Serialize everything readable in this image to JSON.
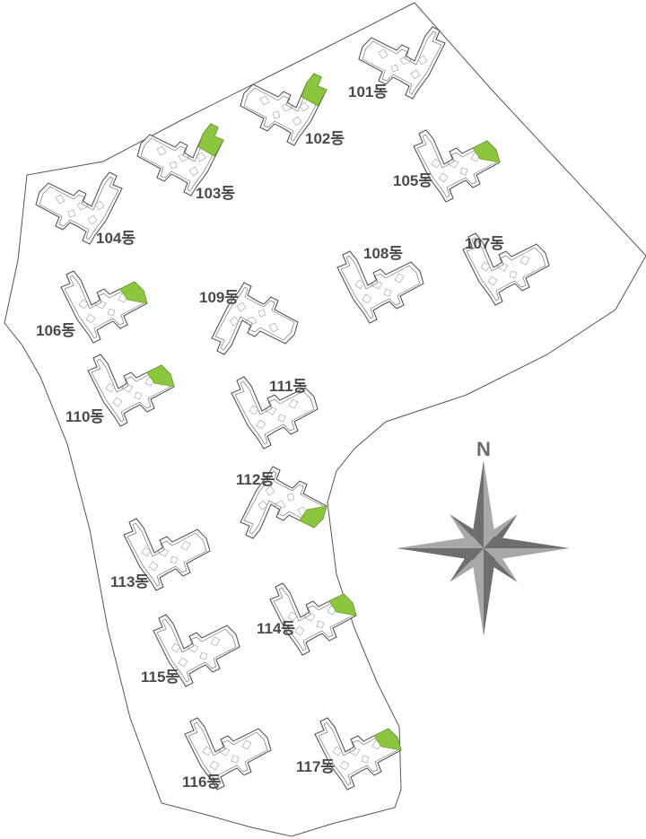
{
  "compass": {
    "north_label": "N",
    "colors": {
      "light": "#a8a8a8",
      "dark": "#6e6e6e"
    }
  },
  "colors": {
    "highlight": "#8cc63f",
    "outline": "#555555"
  },
  "buildings": [
    {
      "id": "101",
      "label": "101동",
      "highlighted": false
    },
    {
      "id": "102",
      "label": "102동",
      "highlighted": true
    },
    {
      "id": "103",
      "label": "103동",
      "highlighted": true
    },
    {
      "id": "104",
      "label": "104동",
      "highlighted": false
    },
    {
      "id": "105",
      "label": "105동",
      "highlighted": true
    },
    {
      "id": "106",
      "label": "106동",
      "highlighted": true
    },
    {
      "id": "107",
      "label": "107동",
      "highlighted": false
    },
    {
      "id": "108",
      "label": "108동",
      "highlighted": false
    },
    {
      "id": "109",
      "label": "109동",
      "highlighted": false
    },
    {
      "id": "110",
      "label": "110동",
      "highlighted": true
    },
    {
      "id": "111",
      "label": "111동",
      "highlighted": false
    },
    {
      "id": "112",
      "label": "112동",
      "highlighted": true
    },
    {
      "id": "113",
      "label": "113동",
      "highlighted": false
    },
    {
      "id": "114",
      "label": "114동",
      "highlighted": true
    },
    {
      "id": "115",
      "label": "115동",
      "highlighted": false
    },
    {
      "id": "116",
      "label": "116동",
      "highlighted": false
    },
    {
      "id": "117",
      "label": "117동",
      "highlighted": true
    }
  ]
}
